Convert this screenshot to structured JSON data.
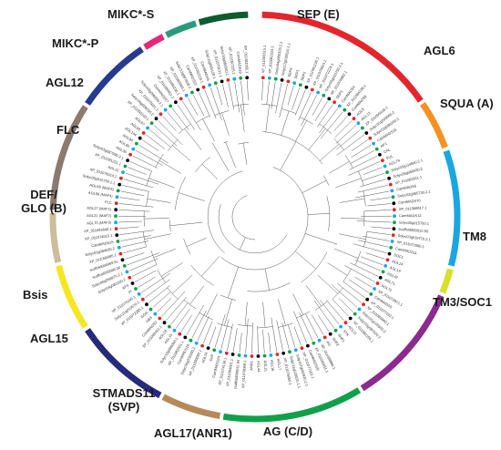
{
  "clades": [
    {
      "label": "SEP (E)",
      "color": "#e3262b",
      "start": -88,
      "end": -35
    },
    {
      "label": "AGL6",
      "color": "#f39324",
      "start": -34,
      "end": -20
    },
    {
      "label": "SQUA (A)",
      "color": "#1aa7e1",
      "start": -19,
      "end": 14
    },
    {
      "label": "TM8",
      "color": "#d6df2a",
      "start": 15,
      "end": 22
    },
    {
      "label": "TM3/SOC1",
      "color": "#8b2a8f",
      "start": 23,
      "end": 58
    },
    {
      "label": "AG (C/D)",
      "color": "#11a04a",
      "start": 59,
      "end": 99
    },
    {
      "label": "AGL17(ANR1)",
      "color": "#b58a5a",
      "start": 100,
      "end": 117
    },
    {
      "label": "STMADS11 (SVP)",
      "color": "#262a7b",
      "start": 118,
      "end": 146
    },
    {
      "label": "AGL15",
      "color": "#f4e722",
      "start": 147,
      "end": 166
    },
    {
      "label": "Bsis",
      "color": "#cdbe9b",
      "start": 167,
      "end": 181
    },
    {
      "label": "DEF/ GLO (B)",
      "color": "#8c7a6e",
      "start": 182,
      "end": 213
    },
    {
      "label": "FLC",
      "color": "#283a8e",
      "start": 214,
      "end": 236
    },
    {
      "label": "AGL12",
      "color": "#e4287c",
      "start": 237,
      "end": 243
    },
    {
      "label": "MIKC*-P",
      "color": "#2a9a7e",
      "start": 244,
      "end": 253
    },
    {
      "label": "MIKC*-S",
      "color": "#0e5b31",
      "start": 254,
      "end": 268
    }
  ],
  "leaves": [
    "XP_011093315.1",
    "XP_011082224.1",
    "Solyc04g005320.2.1",
    "Solyc12g038510.1.1",
    "SEP4",
    "SEP1",
    "SEP2",
    "XP_011091150.1",
    "XP_011075813.1",
    "XP_011072224.1",
    "Solyc05g015750.2.1",
    "XP_011076862.1",
    "SEP3",
    "CamMADS4",
    "XP_011084136.1",
    "CamMADS8",
    "AGL6",
    "AGL13",
    "XP_011095418.1",
    "Solyc01g093965.2",
    "Solyc02g089200.2",
    "CamMADS16",
    "AP1",
    "CAL",
    "FUL",
    "AGL79",
    "Solyc03g114840.2.1",
    "Solyc06g069430.2",
    "XP_011082911.1",
    "CamMADS6",
    "Solyc02g065730.2.1",
    "CamMADS70",
    "XP_011086917.1",
    "CamMADS13",
    "Solyc05g015750.1",
    "scaffold000012.90",
    "Solyc03g019710.2.1",
    "XP_011072080.1",
    "CamMADS11",
    "SOC1",
    "AGL14",
    "AGL19",
    "AGL42",
    "AGL71",
    "AGL72",
    "XP_011072971.1",
    "CamMADS5",
    "XP_011077102.1",
    "XP_011085960.1",
    "Solyc01g105550.2",
    "Solyc02g087520.2",
    "XP_011082165.1",
    "AGL11",
    "STK",
    "SHP1",
    "SHP2",
    "AG",
    "XP_011098880.1",
    "XP_011080811.1",
    "CamMADS20",
    "XP_011077102.1",
    "Solyc07g055920.2.1",
    "Solyc11g028020.1.1",
    "XP_011076050.1",
    "AGL17",
    "AGL16",
    "AGL21",
    "AGL44",
    "ANR1",
    "XP_011078009.1",
    "scaffold000011.94",
    "XP_011084001.1",
    "XP_011074136.1",
    "CamMADS24",
    "SVP",
    "AGL24",
    "XP_011090090.1",
    "Solyc04g078300.2",
    "CamMADS10",
    "XP_011082001.1",
    "Solyc10g086360.1",
    "AGL15",
    "AGL18",
    "XP_011093451.1",
    "CamMADS3",
    "ABS",
    "GOA",
    "XP_011072285.1",
    "Solyc11g010570.1",
    "XP_011076180.1",
    "PI",
    "AP3",
    "Solyc04g081000.2",
    "Solyc06g059970.2.1",
    "scaffold000069.30",
    "scaffold000069.51",
    "XP_011092085.1",
    "Solyc02g084630.2",
    "CamMADS15",
    "XP_011074615.1",
    "XP_011093640.1",
    "AGL70 (MAF3)",
    "AGL31 (MAF2)",
    "AGL27 (MAF1)",
    "FLC",
    "AGL69 (MAF4)",
    "AGL68 (MAF5)",
    "Solyc05g015750.1.1",
    "XP_011076014.1",
    "AGL12",
    "XP_011091231.1",
    "Solyc01g087990.2.1",
    "AGL30",
    "AGL65",
    "AGL94",
    "AGL104",
    "AGL66",
    "AGL67",
    "XP_011093103.1",
    "Solyc04g008150.2",
    "XP_011075021.1",
    "Solyc03g006830.2.1",
    "CamMADS27",
    "XP_011080811.1",
    "XP_011086230.1",
    "XP_011085960.1",
    "Solyc12g087830.1",
    "CamMADS22",
    "XP_011092224.1",
    "CamMADS9",
    "Solyc11g005120.1",
    "XP_011079131.1",
    "Solyc10g084340.1",
    "XP_011097225.1",
    "CamMADS18",
    "XP_011083055.1"
  ],
  "marker_colors": [
    "#e3262b",
    "#1aa7e1",
    "#11a04a",
    "#000000"
  ]
}
